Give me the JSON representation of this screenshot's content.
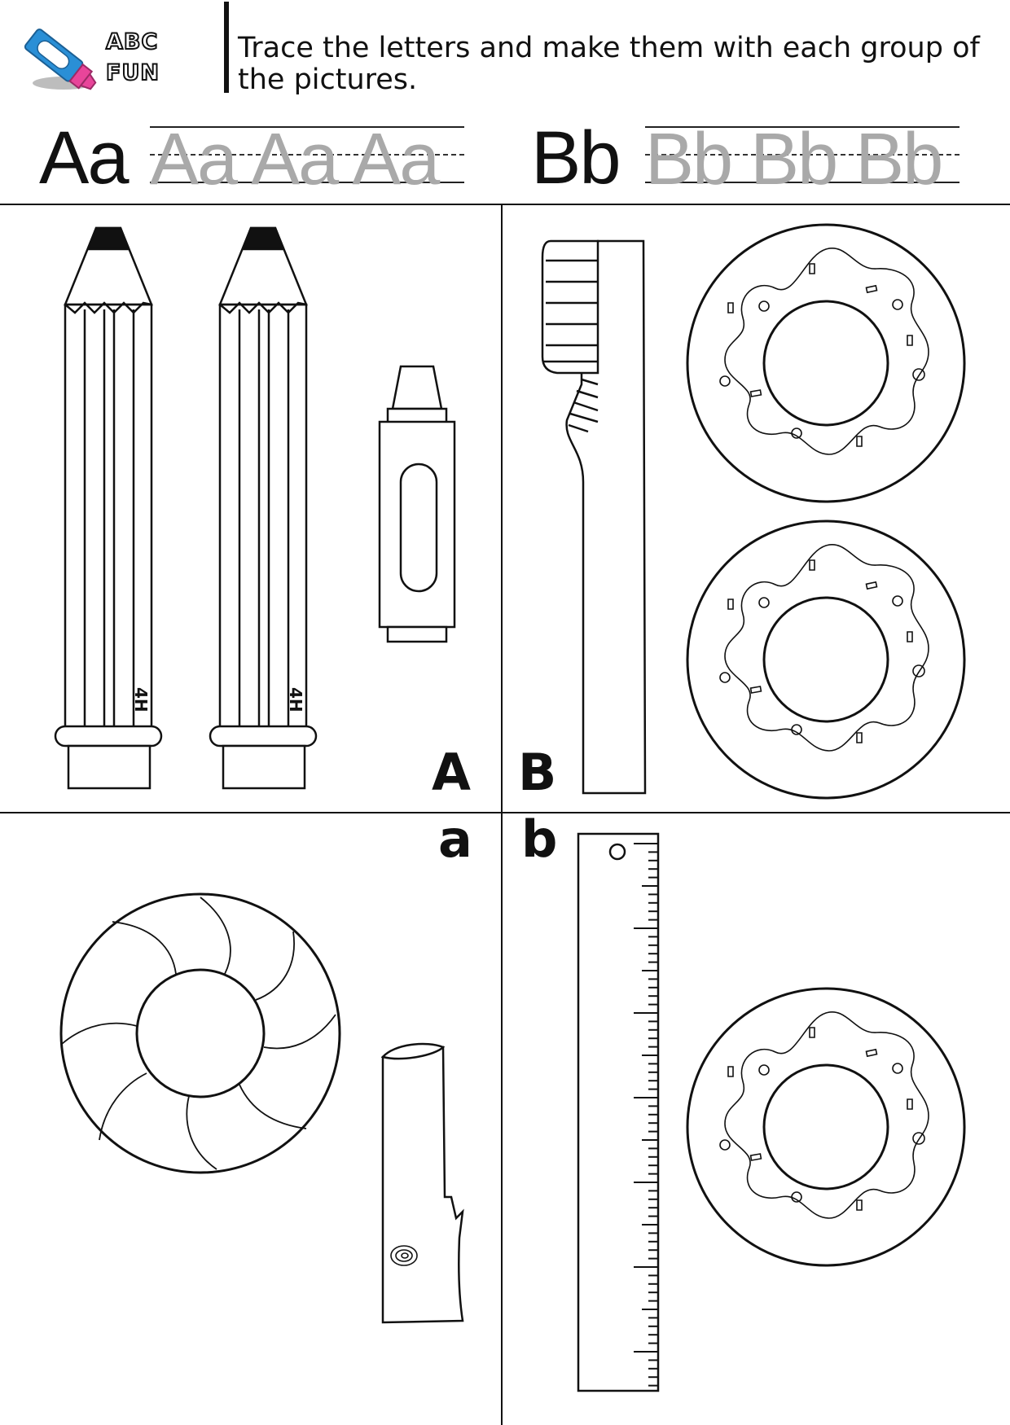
{
  "logo": {
    "line1": "ABC",
    "line2": "FUN"
  },
  "instructions": "Trace the letters and make them with each group of the pictures.",
  "tracing": [
    {
      "model": "Aa",
      "trace": "Aa Aa Aa"
    },
    {
      "model": "Bb",
      "trace": "Bb Bb Bb"
    }
  ],
  "quadrants": {
    "top_left_letter": "A",
    "top_right_letter": "B",
    "bottom_left_letter": "a",
    "bottom_right_letter": "b"
  },
  "pictures": {
    "pencil_label": "4H",
    "pencil_icon": "pencil-icon",
    "crayon_icon": "crayon-icon",
    "toothbrush_icon": "toothbrush-icon",
    "donut_icon": "donut-icon",
    "swim_ring_icon": "swim-ring-icon",
    "log_icon": "log-icon",
    "ruler_icon": "ruler-icon"
  },
  "colors": {
    "crayon_blue": "#2a8fd6",
    "crayon_pink": "#e8459a",
    "trace_gray": "#a9a9a9"
  }
}
